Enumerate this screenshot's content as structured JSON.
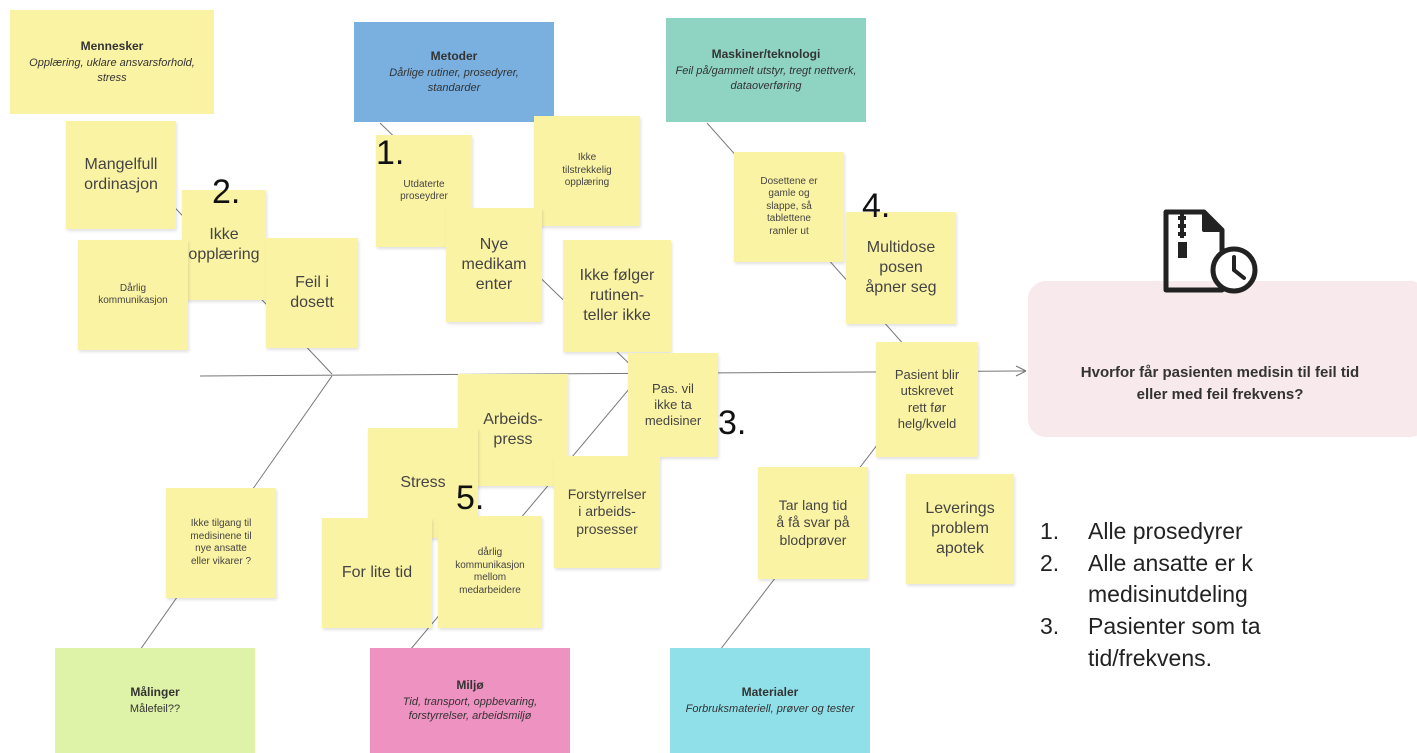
{
  "categories": {
    "mennesker": {
      "title": "Mennesker",
      "subtitle": "Opplæring, uklare ansvarsforhold, stress",
      "color": "#fbf3a4"
    },
    "metoder": {
      "title": "Metoder",
      "subtitle": "Dårlige rutiner, prosedyrer, standarder",
      "color": "#79b0e0"
    },
    "maskiner": {
      "title": "Maskiner/teknologi",
      "subtitle": "Feil på/gammelt utstyr, tregt nettverk, dataoverføring",
      "color": "#8fd3c3"
    },
    "malinger": {
      "title": "Målinger",
      "subtitle": "Målefeil??",
      "color": "#def3a8"
    },
    "miljo": {
      "title": "Miljø",
      "subtitle": "Tid, transport, oppbevaring, forstyrrelser, arbeidsmiljø",
      "color": "#ee92c1"
    },
    "materialer": {
      "title": "Materialer",
      "subtitle": "Forbruksmateriell, prøver og tester",
      "color": "#90e0ea"
    }
  },
  "notes": {
    "mangelfull": "Mangelfull\nordinasjon",
    "ikke_opplaering": "Ikke\nopplæring",
    "darlig_komm": "Dårlig\nkommunikasjon",
    "feil_dosett": "Feil i\ndosett",
    "utdaterte": "Utdaterte\nproseydrer",
    "ikke_tilstrekkelig": "Ikke\ntilstrekkelig\nopplæring",
    "nye_medikamenter": "Nye\nmedikam\nenter",
    "ikke_folger": "Ikke følger\nrutinen-\nteller ikke",
    "dosettene": "Dosettene er\ngamle og\nslappe, så\ntablettene\nramler ut",
    "multidose": "Multidose\nposen\nåpner seg",
    "pasient_utskrevet": "Pasient blir\nutskrevet\nrett før\nhelg/kveld",
    "pas_vil": "Pas. vil\nikke ta\nmedisiner",
    "arbeidspress": "Arbeids-\npress",
    "stress": "Stress",
    "forstyrrelser": "Forstyrrelser\ni arbeids-\nprosesser",
    "tar_lang_tid": "Tar lang tid\nå få svar på\nblodprøver",
    "leverings": "Leverings\nproblem\napotek",
    "ikke_tilgang": "Ikke tilgang til\nmedisinene til\nnye ansatte\neller vikarer ?",
    "for_lite_tid": "For lite tid",
    "darlig_komm_med": "dårlig\nkommunikasjon\nmellom\nmedarbeidere"
  },
  "markers": {
    "m1": "1.",
    "m2": "2.",
    "m3": "3.",
    "m4": "4.",
    "m5": "5."
  },
  "effect": {
    "question": "Hvorfor får pasienten medisin til feil tid\neller med feil frekvens?",
    "icon": "file-clock-icon"
  },
  "list": [
    {
      "num": "1.",
      "text": "Alle prosedyrer"
    },
    {
      "num": "2.",
      "text": "Alle ansatte er k\nmedisinutdeling"
    },
    {
      "num": "3.",
      "text": "Pasienter som ta\ntid/frekvens."
    }
  ]
}
